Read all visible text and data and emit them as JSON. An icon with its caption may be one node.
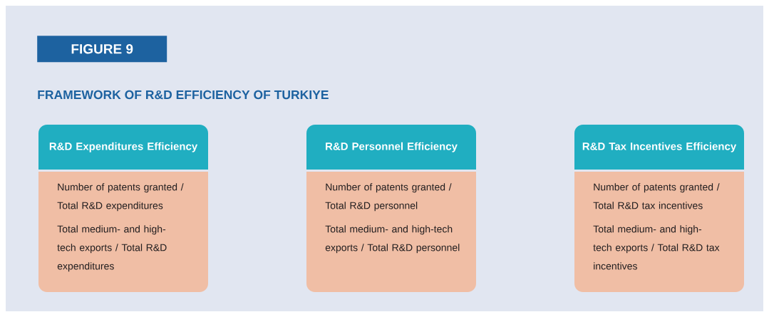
{
  "diagram": {
    "title": "FRAMEWORK OF R&D EFFICIENCY OF TURKIYE",
    "nodes": [
      {
        "text": [
          "FIGURE 9"
        ]
      },
      {
        "text": [
          "R&D Expenditures Efficiency"
        ]
      },
      {
        "text": [
          "Number of patents granted / Total R&D expenditures",
          "Total medium- and high-tech exports / Total R&D expenditures"
        ]
      },
      {
        "text": [
          "R&D Personnel Efficiency"
        ]
      },
      {
        "text": [
          "Number of patents granted / Total R&D personnel",
          "Total medium- and high-tech exports / Total R&D personnel"
        ]
      },
      {
        "text": [
          "R&D Tax Incentives Efficiency"
        ]
      },
      {
        "text": [
          "Number of patents granted / Total R&D tax incentives",
          "Total medium- and high-tech exports / Total R&D tax incentives"
        ]
      }
    ]
  }
}
